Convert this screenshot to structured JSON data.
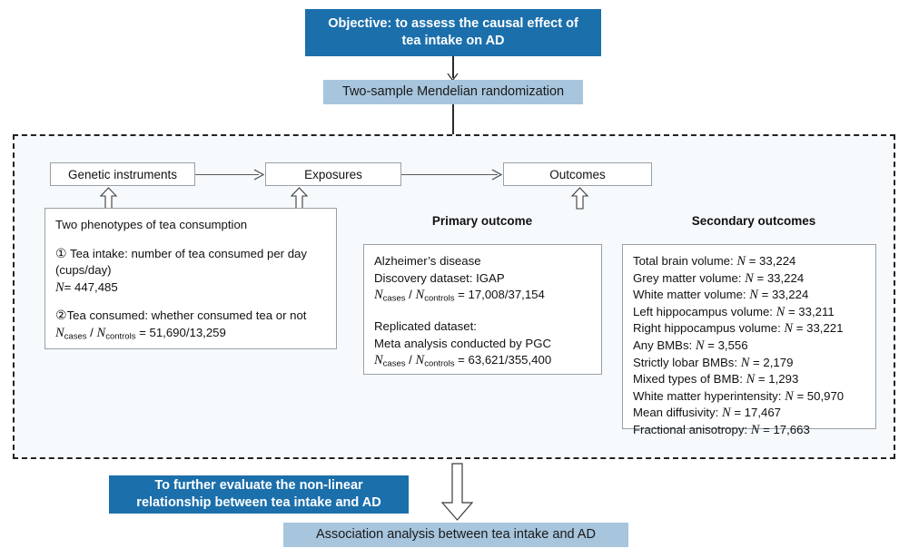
{
  "colors": {
    "dark_blue": "#1b6fab",
    "light_blue": "#a7c5dd",
    "region_bg": "#f6fafd",
    "box_border": "#9aa0a6",
    "dashed_border": "#222222"
  },
  "objective": {
    "line1": "Objective: to assess the causal effect of",
    "line2": "tea intake on AD"
  },
  "method": {
    "label": "Two-sample Mendelian randomization"
  },
  "flow_nodes": {
    "genetic_instruments": "Genetic instruments",
    "exposures": "Exposures",
    "outcomes": "Outcomes"
  },
  "exposure_box": {
    "heading": "Two phenotypes of tea consumption",
    "item1_marker": "①",
    "item1_line1": "Tea intake: number of tea consumed per day",
    "item1_line2": "(cups/day)",
    "item1_n_label": "N",
    "item1_n_value": "= 447,485",
    "item2_marker": "②",
    "item2_line1": "Tea consumed: whether consumed tea or not",
    "item2_cases_label": "N",
    "item2_cases_sub": "cases",
    "item2_slash": "/",
    "item2_controls_label": "N",
    "item2_controls_sub": "controls",
    "item2_value": "= 51,690/13,259"
  },
  "primary": {
    "title": "Primary outcome",
    "disease": "Alzheimer’s disease",
    "discovery_label": "Discovery dataset: IGAP",
    "discovery_cases_label": "N",
    "discovery_cases_sub": "cases",
    "slash": "/",
    "discovery_controls_label": "N",
    "discovery_controls_sub": "controls",
    "discovery_value": "= 17,008/37,154",
    "replicated_label": "Replicated dataset:",
    "replicated_desc": "Meta analysis conducted by PGC",
    "replicated_cases_label": "N",
    "replicated_cases_sub": "cases",
    "replicated_controls_label": "N",
    "replicated_controls_sub": "controls",
    "replicated_value": "= 63,621/355,400"
  },
  "secondary": {
    "title": "Secondary outcomes",
    "n_label": "N",
    "items": [
      {
        "name": "Total brain volume:",
        "value": "= 33,224"
      },
      {
        "name": "Grey matter volume:",
        "value": "= 33,224"
      },
      {
        "name": "White matter volume:",
        "value": "= 33,224"
      },
      {
        "name": "Left hippocampus volume:",
        "value": "= 33,211"
      },
      {
        "name": "Right hippocampus volume:",
        "value": "= 33,221"
      },
      {
        "name": "Any BMBs:",
        "value": "= 3,556"
      },
      {
        "name": "Strictly lobar BMBs:",
        "value": "= 2,179"
      },
      {
        "name": "Mixed types of BMB:",
        "value": "= 1,293"
      },
      {
        "name": "White matter hyperintensity:",
        "value": "= 50,970"
      },
      {
        "name": "Mean diffusivity:",
        "value": "= 17,467"
      },
      {
        "name": "Fractional anisotropy:",
        "value": "= 17,663"
      }
    ]
  },
  "further": {
    "line1": "To further evaluate the non-linear",
    "line2": "relationship between tea intake and AD"
  },
  "association": {
    "label": "Association analysis between tea intake and AD"
  },
  "icons": {
    "arrow_down_connector": "arrow-down-icon",
    "arrow_right_connector": "arrow-right-icon",
    "arrow_up_hollow": "hollow-arrow-up-icon",
    "arrow_down_hollow": "hollow-arrow-down-icon"
  }
}
